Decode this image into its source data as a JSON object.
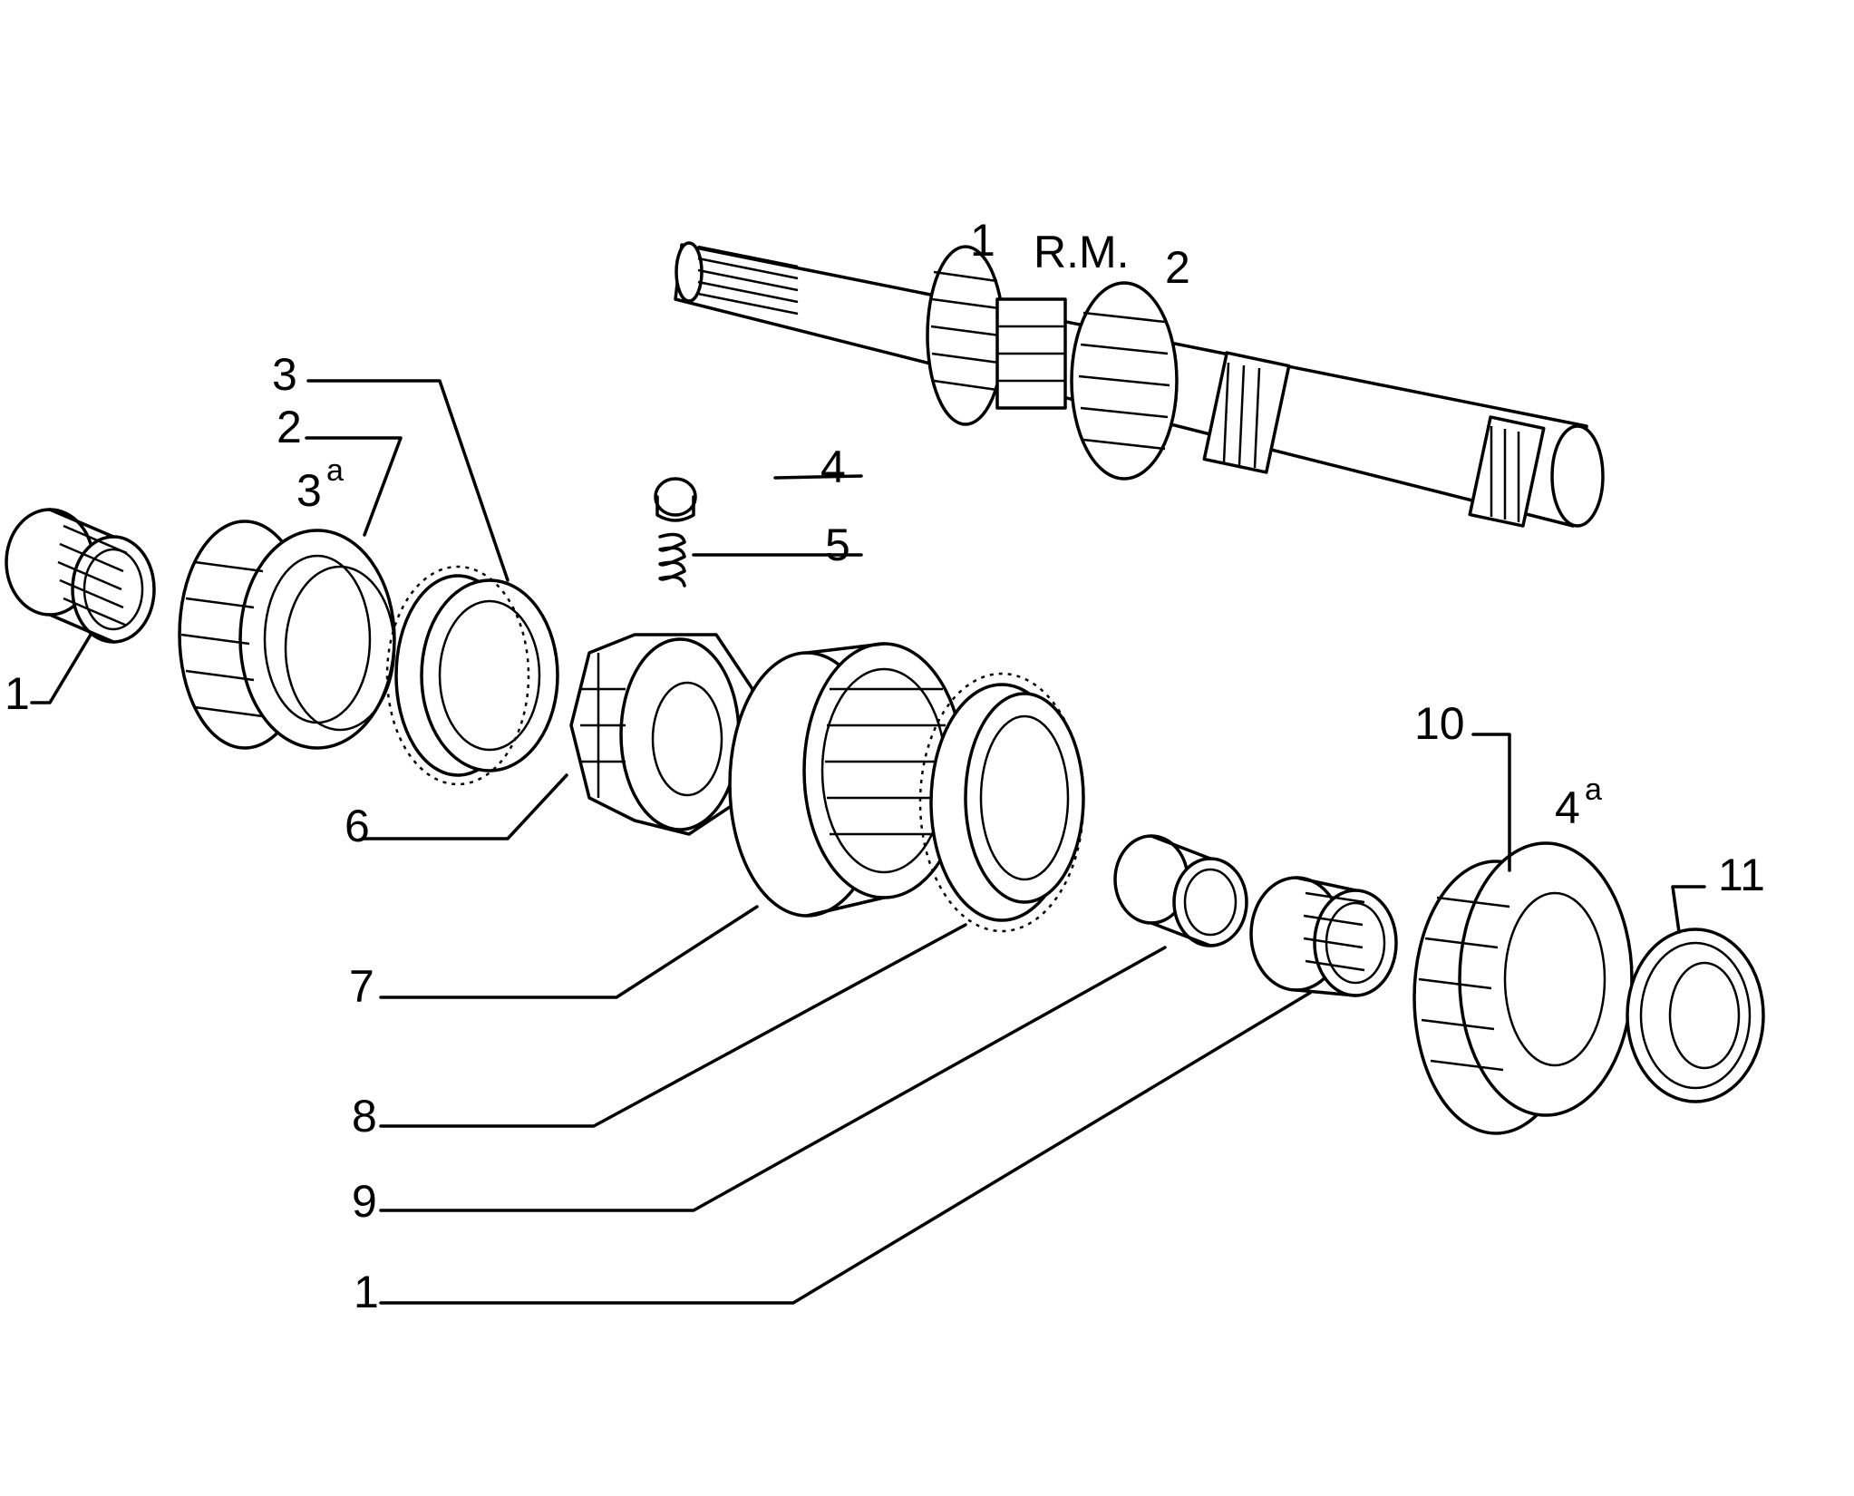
{
  "labels": {
    "shaft_gear_1": "1",
    "shaft_rm": "R.M.",
    "shaft_gear_2": "2",
    "l_3": "3",
    "l_2": "2",
    "l_3a_num": "3",
    "l_3a_sup": "a",
    "l_4": "4",
    "l_5": "5",
    "l_1_left": "1",
    "l_6": "6",
    "l_7": "7",
    "l_8": "8",
    "l_9": "9",
    "l_1_bottom": "1",
    "l_10": "10",
    "l_4a_num": "4",
    "l_4a_sup": "a",
    "l_11": "11"
  },
  "colors": {
    "line": "#000000",
    "background": "#ffffff"
  }
}
